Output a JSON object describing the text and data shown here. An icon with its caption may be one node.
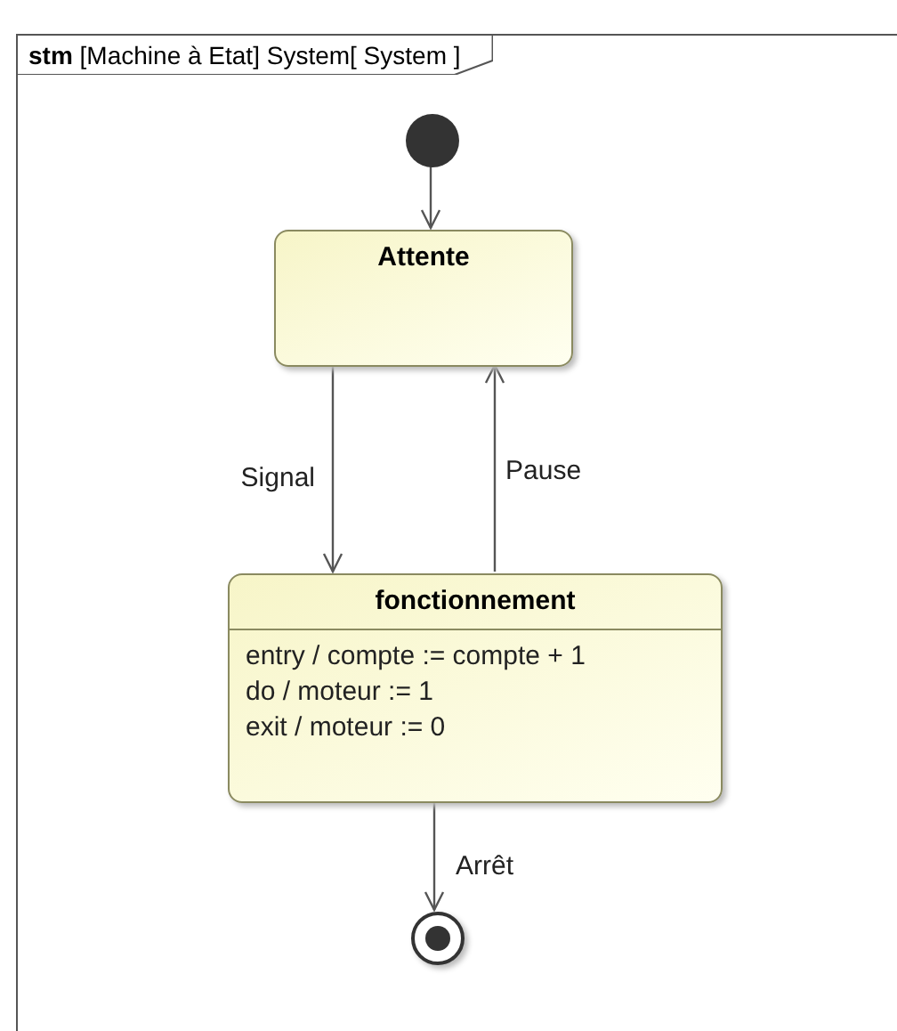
{
  "diagram": {
    "nodes": [
      {
        "text": [
          "**stm** [Machine à Etat] System[ System ]"
        ]
      },
      {
        "text": [],
        "shape": "circle",
        "in": 0
      },
      {
        "text": [
          "Attente"
        ],
        "in": 0
      },
      {
        "text": [
          "fonctionnement",
          "entry / compte := compte + 1",
          "do / moteur := 1",
          "exit / moteur := 0"
        ],
        "in": 0
      },
      {
        "text": [],
        "shape": "circle",
        "in": 0
      }
    ],
    "edges": [
      {
        "from": 1,
        "to": 2,
        "arrow": "to"
      },
      {
        "from": 2,
        "to": 3,
        "arrow": "to",
        "label": "Signal"
      },
      {
        "from": 3,
        "to": 2,
        "arrow": "to",
        "label": "Pause"
      },
      {
        "from": 3,
        "to": 4,
        "arrow": "to",
        "label": "Arrêt"
      }
    ]
  }
}
